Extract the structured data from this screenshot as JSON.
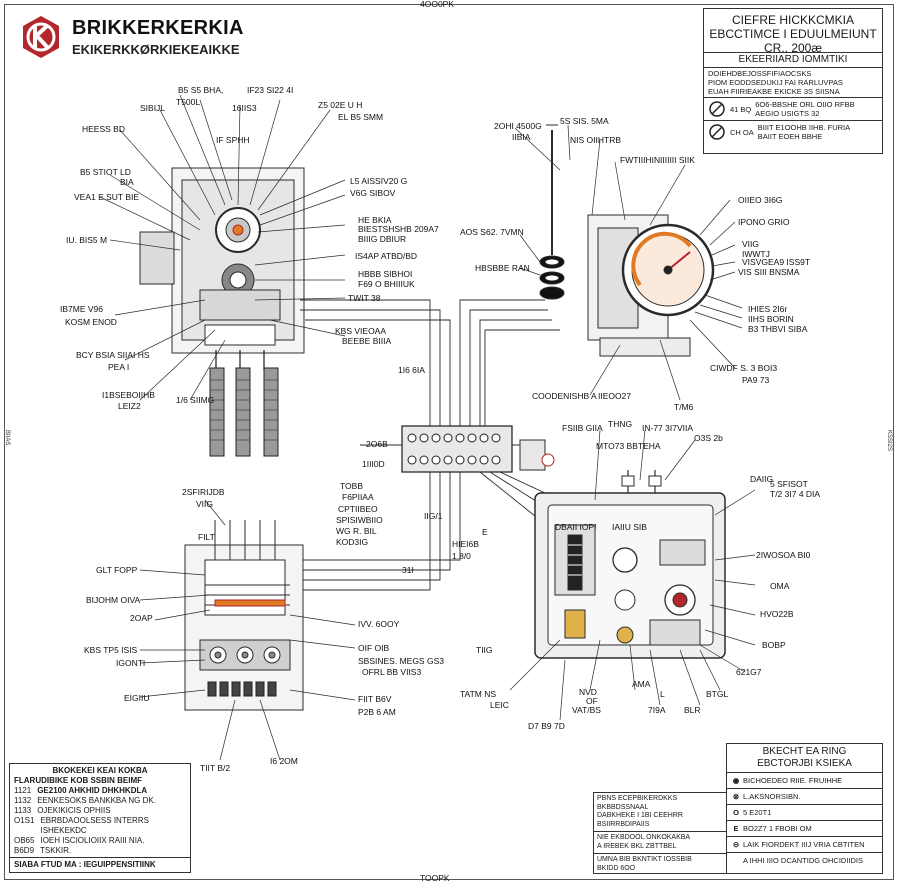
{
  "header": {
    "brand": "BRIKKERKERKIA",
    "brand_sub": "EKIKERKKØRKIEKEAIKKE",
    "top_tag": "4OO0PK",
    "bottom_tag": "TOOPK"
  },
  "title_block": {
    "title_lines": [
      "CIEFRE HICKKCMKIA",
      "EBCCTIMCE I EDUULMEIUNT",
      "CR.. 200æ"
    ],
    "sub_title": "EKEERIIARD IOMMTIKI",
    "rows": [
      "DOIEHDBEJOSSFIFIAOCSKS",
      "PIOM EODDSEDUKIJ FAI RARLUVPAS",
      "EUAH FIIRIEAKBE EKICKE 3S SIISNA",
      "6O6-BBSHE ORL OIIO RFBB",
      "AEGIO USIGTS 32",
      "BIIIT E1OOHB IIHB. FURIA",
      "BAIIT EOEH BBHE"
    ],
    "row_codes": [
      "41 BQ",
      "CH OA"
    ]
  },
  "legend": {
    "title": "BKOKEKEI KEAI KOKBA",
    "sub": "FLARUDIBIKE KOB SSBIN BEIMF",
    "rows": [
      {
        "code": "1121",
        "text": "GE2100 AHKHID DHKHKDLA"
      },
      {
        "code": "1132",
        "text": "EENKESOKS BANKKBA NG DK."
      },
      {
        "code": "1133",
        "text": "OJEKIKICIS OPHIIS"
      },
      {
        "code": "O1S1",
        "text": "EBRBDAOOLSESS INTERRS ISHEKEKDC"
      },
      {
        "code": "OB65",
        "text": "IOEH ISCIOLIOIIX RAIII NIA."
      },
      {
        "code": "B6D9",
        "text": "TSKKIR."
      }
    ],
    "footer": "SIABA FTUD MA : IEGUIPPENSITIINK"
  },
  "notes_box": {
    "rows": [
      "PBNS ECEPBIKERDKKS BKBBDSSNAAL",
      "DABKHEKE I 1BI CEEHRR",
      "BSIIRRBDIPAIIS",
      "NIE EKBDOOL ONKOKAKBA",
      "A IREBEK BKL ZBTTBEL",
      "UMNA BIB BKNTIKT IOSSBIB",
      "BKIDD 6OO"
    ]
  },
  "equipment_legend": {
    "title_lines": [
      "BKECHT EA RING",
      "EBCTORJBI KSIEKA"
    ],
    "rows": [
      {
        "symbol": "◉",
        "text": "BICHOEDEO RIIE. FRUIHHE"
      },
      {
        "symbol": "⊗",
        "text": "L.AKSNORSIBN."
      },
      {
        "symbol": "O",
        "text": "5 E20T1"
      },
      {
        "symbol": "E",
        "text": "BO2Z7 1 FBOBI OM"
      },
      {
        "symbol": "⊝",
        "text": "LAIK FIORDEKT IIIJ VRIA CBTITEN"
      },
      {
        "symbol": "",
        "text": "A IHHI IIIO DCANTIDG OHCIDIIDIS"
      }
    ]
  },
  "annotations": {
    "left_top": [
      "B5 S5 BHA,",
      "T500L",
      "IF23 SI22 4I",
      "16IIS3",
      "Z5 02E U H",
      "EL B5 SMM",
      "SIBIJL",
      "HEESS BD",
      "IF SPHH",
      "B5 STIOT LD",
      "BIA",
      "VEA1 E SUT BIE",
      "L5 AISSIV20 G",
      "V6G SIBOV",
      "IU. BIS5 M",
      "HE BKIA",
      "BIESTSHSHB 209A7",
      "BIIIG DBIUR",
      "IS4AP ATBD/BD",
      "HBBB SIBHOI",
      "F69 O BHIIIUK",
      "TWIT 38",
      "IB7ME V96",
      "KOSM ENOD",
      "KBS VIEOAA",
      "BEEBE BIIIA",
      "BCY BSIA SIIAI HS",
      "PEA I",
      "I1BSEBOIIHB",
      "LEIZ2",
      "1/6 SIIMG"
    ],
    "right_top": [
      "2OHI 4500G",
      "IIBIA",
      "5S SIS. 5MA",
      "NIS OIIHTRB",
      "FWTIIIHIN",
      "IIIIIII SIIK",
      "AOS S62. 7VMN",
      "HBSBBE RAN",
      "OIIEO 3I6G",
      "IPONO GRIO",
      "VIIG",
      "IWWTJ",
      "VISVGEA9 ISS9T",
      "VIS SIII BNSMA",
      "IHIES 2I6r",
      "IIHS BORIN",
      "B3 THBVI SIBA",
      "COODENISHB A",
      "IIEOO27",
      "CIWDF S. 3 BOI3",
      "PA9 73",
      "T/M6"
    ],
    "center": [
      "1I6 6IA",
      "2O6B",
      "1III0D",
      "TOBB",
      "F6PIIAA",
      "CPTIIBEO",
      "SPISIWBIIO",
      "WG R. BIL",
      "KOD3IG",
      "IIG/1",
      "31I",
      "E"
    ],
    "left_bottom": [
      "2SFIRIJDB",
      "VIIG",
      "FILT",
      "GLT FOPP",
      "BIJOHM OIVA",
      "2OAP",
      "KBS TP5 ISIS",
      "IGONTI",
      "EIGIIU",
      "TIIT B/2",
      "I6 2OM",
      "IVV. 6OOY",
      "OIF OIB",
      "SBSINES. MEGS GS3",
      "OFRL BB VIIS3",
      "FIIT B6V",
      "P2B 6 AM",
      "TIIG",
      "TATM NS",
      "LEIC",
      "HIEI6B",
      "1.8/0"
    ],
    "right_bottom": [
      "FSIIB GIIA",
      "THNG",
      "IN-77 3I7VIIA",
      "MTO73 BBTEHA",
      "O3S 2b",
      "DAIIG",
      "5 SFISOT",
      "T/2 3I7 4 DIA",
      "DBAII IOP!",
      "IAIIU SIB",
      "2IWOSOA BI0",
      "OMA",
      "HVO22B",
      "BOBP",
      "621G7",
      "NVD",
      "OF",
      "AMA",
      "L",
      "7I9A",
      "BLR",
      "BTGL",
      "VAT/BS",
      "D7 B9 7D"
    ],
    "side_right": "KSSI2S",
    "side_left": "BIIAS"
  },
  "colors": {
    "line": "#2b2b2b",
    "accent_red": "#b3262b",
    "component_gray": "#cfcfcf",
    "gauge_orange": "#e07a24"
  }
}
